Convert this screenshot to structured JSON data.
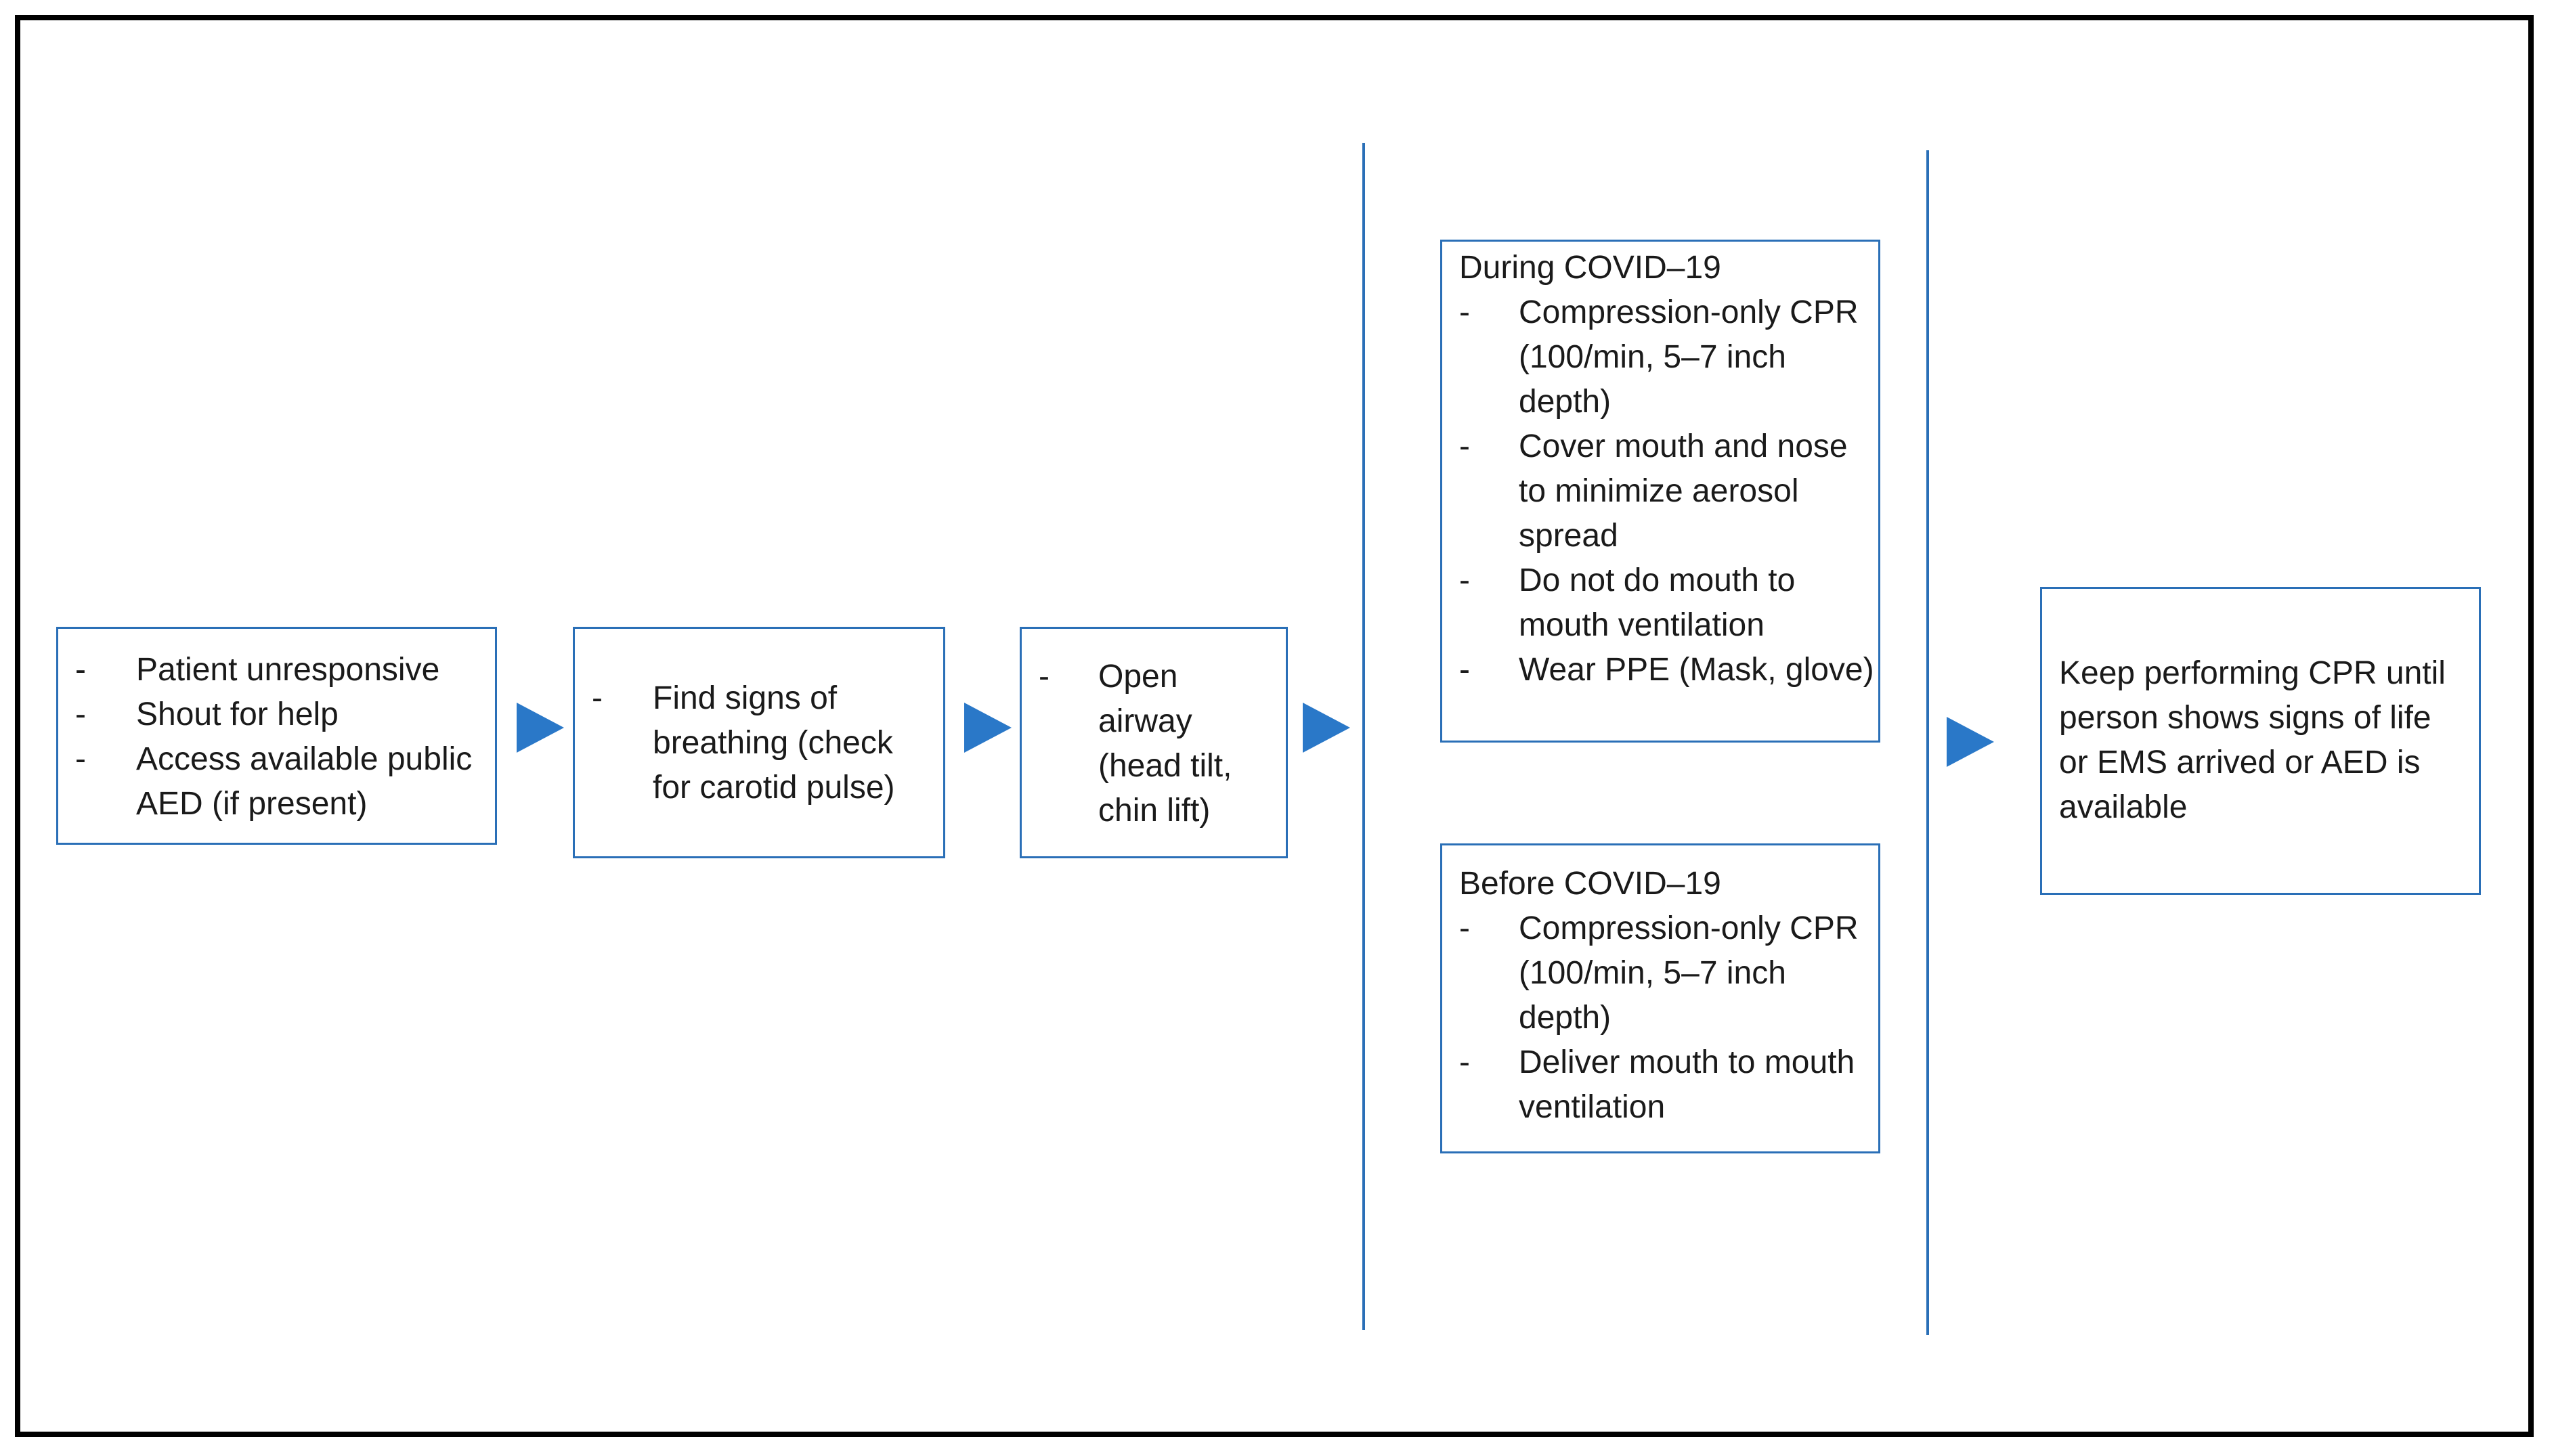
{
  "step1": {
    "items": [
      "Patient unresponsive",
      "Shout for help",
      "Access available public AED (if present)"
    ]
  },
  "step2": {
    "items": [
      "Find signs of breathing (check for carotid pulse)"
    ]
  },
  "step3": {
    "items": [
      "Open airway (head tilt, chin lift)"
    ]
  },
  "during": {
    "title": "During COVID–19",
    "items": [
      "Compression-only CPR (100/min, 5–7 inch depth)",
      "Cover mouth and nose to minimize aerosol spread",
      "Do not do mouth to mouth ventilation",
      "Wear PPE (Mask, glove)"
    ]
  },
  "before": {
    "title": "Before COVID–19",
    "items": [
      "Compression-only CPR (100/min, 5–7 inch depth)",
      "Deliver mouth to mouth ventilation"
    ]
  },
  "final": {
    "text": "Keep performing CPR until person shows signs of life or EMS arrived or AED is available"
  },
  "bullet": "-",
  "colors": {
    "box_border": "#2a6fb7",
    "arrow": "#2a78c8",
    "frame": "#000000"
  }
}
